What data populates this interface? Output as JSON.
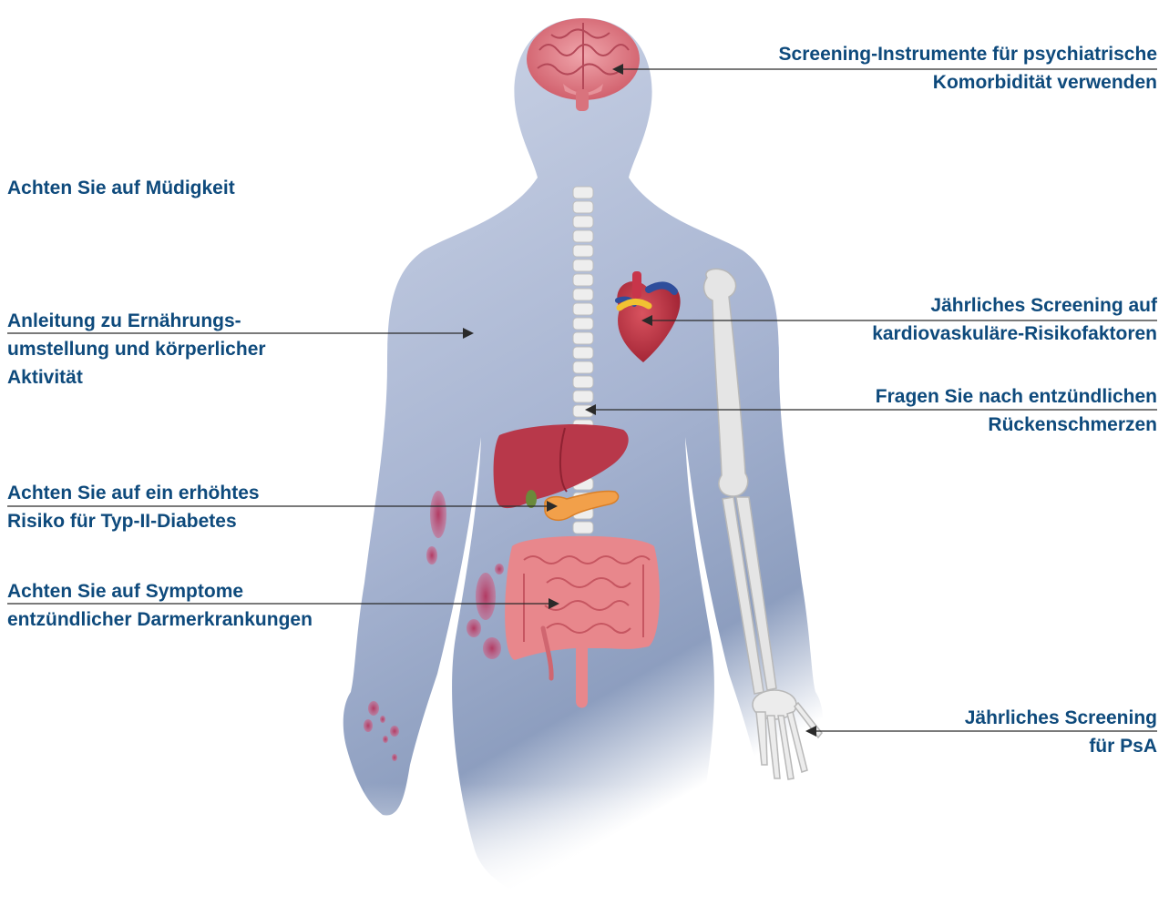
{
  "annotations": {
    "psychiatric": {
      "lines": [
        "Screening-Instrumente für psychiatrische",
        "Komorbidität verwenden"
      ],
      "organ": "brain-icon"
    },
    "fatigue": {
      "lines": [
        "Achten Sie auf Müdigkeit"
      ]
    },
    "diet": {
      "lines": [
        "Anleitung zu Ernährungs-",
        "umstellung und körperlicher",
        "Aktivität"
      ],
      "organ": "body-silhouette"
    },
    "cardio": {
      "lines": [
        "Jährliches Screening auf",
        "kardiovaskuläre-Risikofaktoren"
      ],
      "organ": "heart-icon"
    },
    "back_pain": {
      "lines": [
        "Fragen Sie nach entzündlichen",
        "Rückenschmerzen"
      ],
      "organ": "spine-icon"
    },
    "diabetes": {
      "lines": [
        "Achten Sie auf ein erhöhtes",
        "Risiko für Typ-II-Diabetes"
      ],
      "organ": "pancreas-icon"
    },
    "ibd": {
      "lines": [
        "Achten Sie auf Symptome",
        "entzündlicher Darmerkrankungen"
      ],
      "organ": "intestine-icon"
    },
    "psa": {
      "lines": [
        "Jährliches Screening",
        "für PsA"
      ],
      "organ": "hand-skeleton-icon"
    }
  },
  "colors": {
    "label_text": "#0e4a7c",
    "leader_line": "#2a2a2a",
    "body_top": "#c9d1e4",
    "body_bottom": "#8a9bbd",
    "brain": "#d9737d",
    "heart": "#b8303f",
    "liver": "#b83545",
    "pancreas": "#f2a04a",
    "intestine": "#e58a8f",
    "bone": "#e8e8e8",
    "psoriasis_spot": "#b03a5e"
  }
}
